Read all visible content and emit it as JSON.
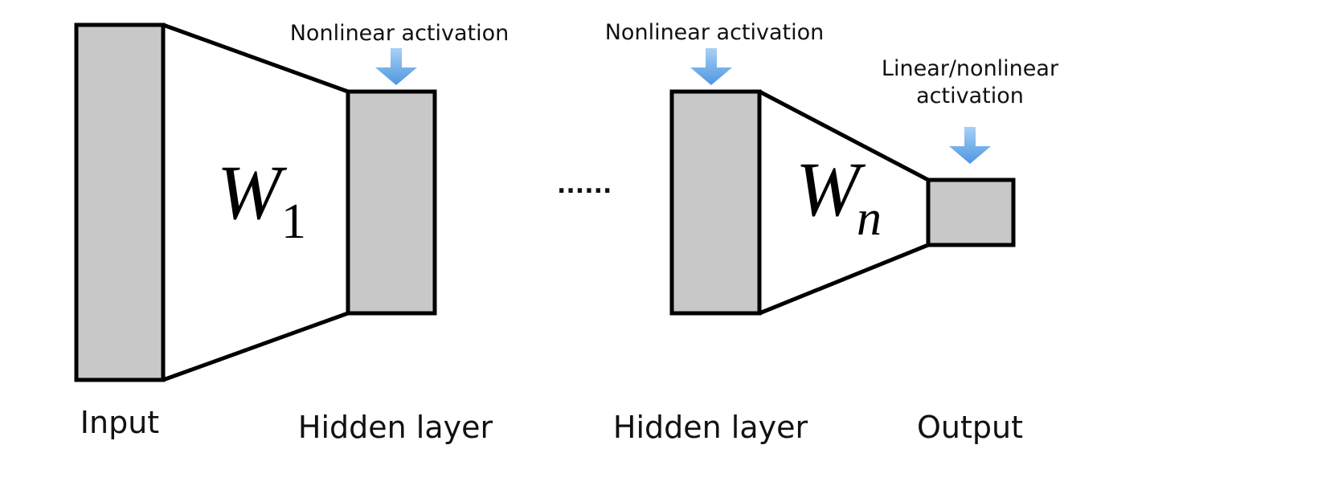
{
  "layers": {
    "input": "Input",
    "hidden_1": "Hidden layer",
    "hidden_2": "Hidden layer",
    "output": "Output"
  },
  "activations": {
    "hidden_1": "Nonlinear activation",
    "hidden_2": "Nonlinear activation",
    "output_line_1": "Linear/nonlinear",
    "output_line_2": "activation"
  },
  "weights": {
    "first_main": "W",
    "first_sub": "1",
    "last_main": "W",
    "last_sub": "n"
  },
  "ellipsis": "......",
  "colors": {
    "layer_fill": "#c8c8c8",
    "stroke": "#000000",
    "arrow_light": "#a9d0f5",
    "arrow_dark": "#4e97e0"
  }
}
